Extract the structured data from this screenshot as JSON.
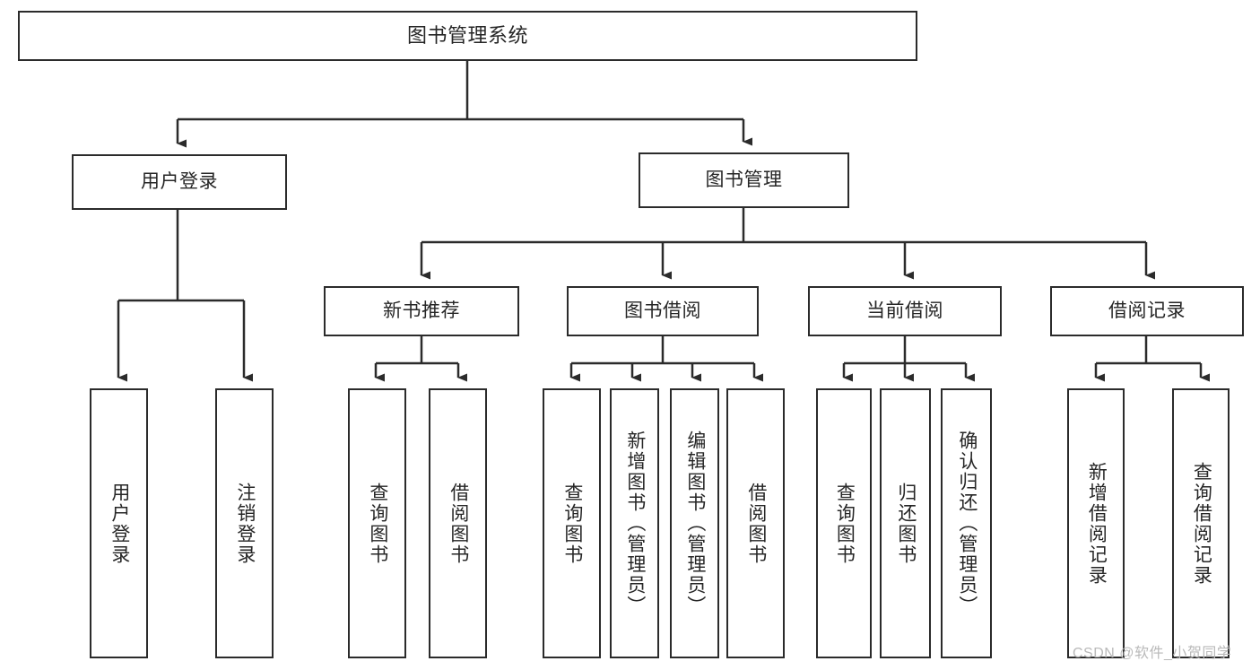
{
  "diagram": {
    "type": "tree-flowchart",
    "title": "图书管理系统",
    "background_color": "#ffffff",
    "node_border_color": "#2b2b2b",
    "text_color": "#262626",
    "edge_color": "#2b2b2b"
  },
  "nodes": {
    "root": {
      "label": "图书管理系统"
    },
    "level2": [
      {
        "id": "user-login",
        "label": "用户登录"
      },
      {
        "id": "book-management",
        "label": "图书管理"
      }
    ],
    "level3": [
      {
        "id": "new-book-recommend",
        "label": "新书推荐"
      },
      {
        "id": "book-borrow",
        "label": "图书借阅"
      },
      {
        "id": "current-borrow",
        "label": "当前借阅"
      },
      {
        "id": "borrow-record",
        "label": "借阅记录"
      }
    ],
    "leaves": [
      {
        "id": "leaf-user-login",
        "label": "用户登录"
      },
      {
        "id": "leaf-logout-login",
        "label": "注销登录"
      },
      {
        "id": "leaf-query-book-1",
        "label": "查询图书"
      },
      {
        "id": "leaf-borrow-book-1",
        "label": "借阅图书"
      },
      {
        "id": "leaf-query-book-2",
        "label": "查询图书"
      },
      {
        "id": "leaf-add-book-admin",
        "label": "新增图书（管理员）"
      },
      {
        "id": "leaf-edit-book-admin",
        "label": "编辑图书（管理员）"
      },
      {
        "id": "leaf-borrow-book-2",
        "label": "借阅图书"
      },
      {
        "id": "leaf-query-book-3",
        "label": "查询图书"
      },
      {
        "id": "leaf-return-book",
        "label": "归还图书"
      },
      {
        "id": "leaf-confirm-return-admin",
        "label": "确认归还（管理员）"
      },
      {
        "id": "leaf-add-borrow-record",
        "label": "新增借阅记录"
      },
      {
        "id": "leaf-query-borrow-record",
        "label": "查询借阅记录"
      }
    ]
  },
  "watermark": {
    "text": "CSDN @软件_小贺同学"
  }
}
